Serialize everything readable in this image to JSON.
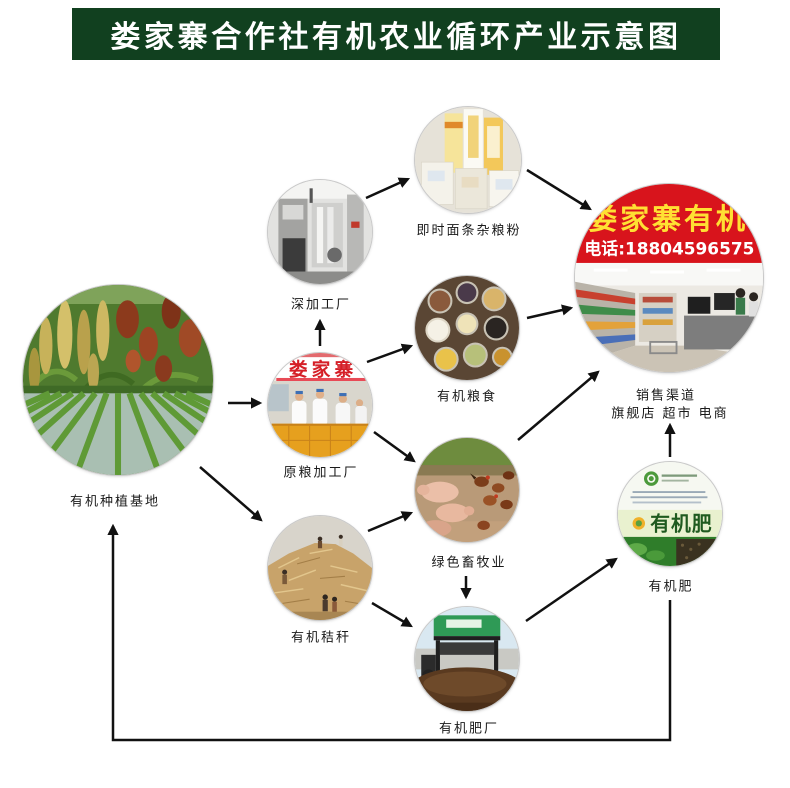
{
  "title": "娄家寨合作社有机农业循环产业示意图",
  "nodes": {
    "planting_base": {
      "label": "有机种植基地"
    },
    "deep_processing": {
      "label": "深加工厂"
    },
    "noodles_flour": {
      "label": "即时面条杂粮粉"
    },
    "sales": {
      "label": "销售渠道",
      "channels": "旗舰店 超市 电商",
      "sign_name": "娄家寨有机",
      "sign_phone": "电话:18804596575"
    },
    "organic_grain": {
      "label": "有机粮食"
    },
    "raw_grain_processing": {
      "label": "原粮加工厂",
      "sign": "娄家寨"
    },
    "livestock": {
      "label": "绿色畜牧业"
    },
    "organic_fertilizer": {
      "label": "有机肥",
      "bag_text": "有机肥"
    },
    "organic_straw": {
      "label": "有机秸秆"
    },
    "fertilizer_factory": {
      "label": "有机肥厂"
    }
  },
  "colors": {
    "banner": "#11401f",
    "title_text": "#ffffff",
    "label_text": "#1a1a1a",
    "arrow": "#111111",
    "sales_sign": "#d8141c"
  }
}
